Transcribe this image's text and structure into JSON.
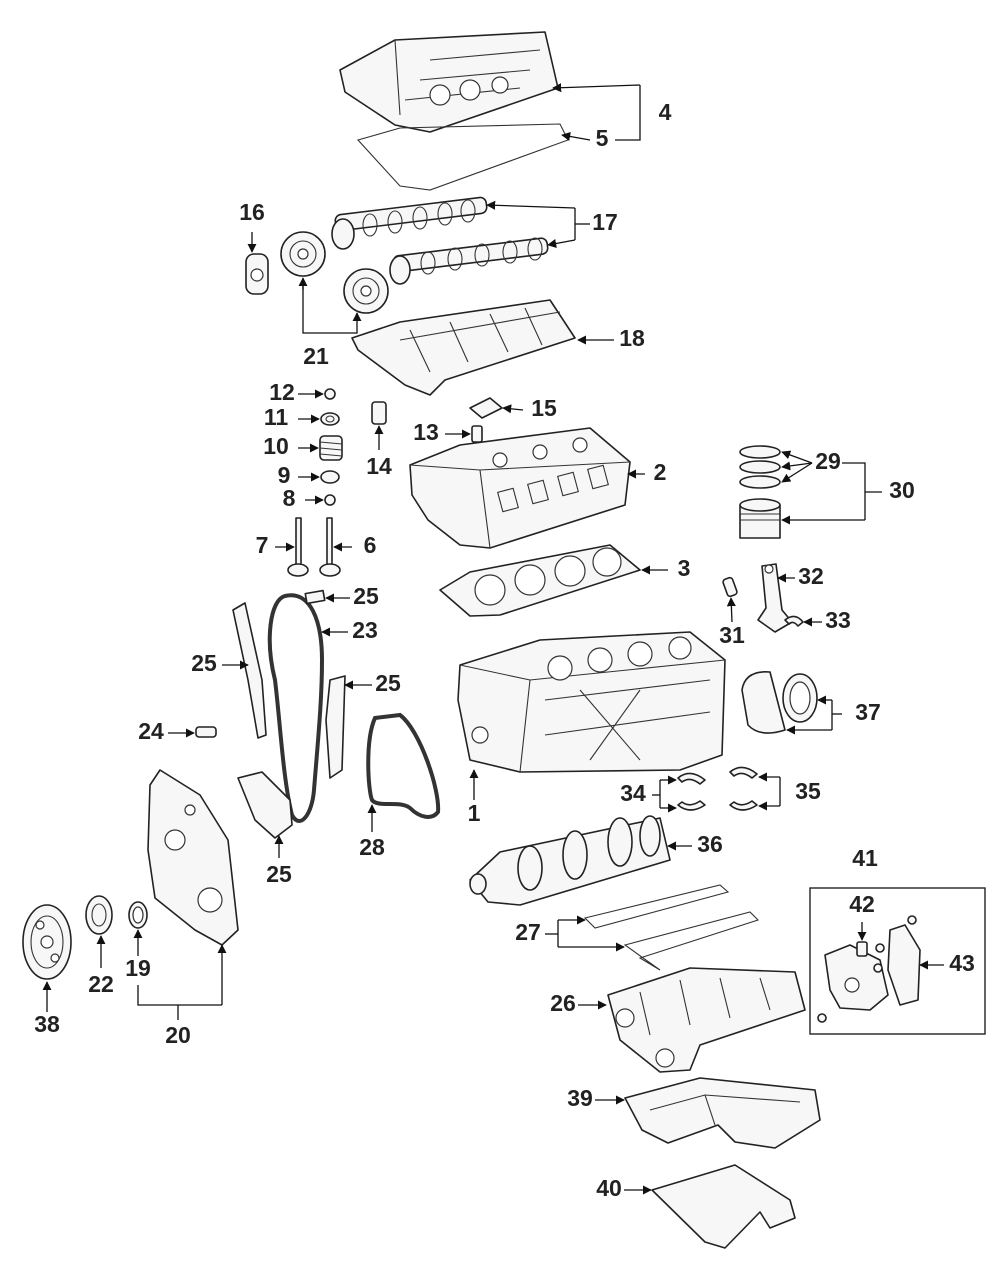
{
  "callouts": [
    "1",
    "2",
    "3",
    "4",
    "5",
    "6",
    "7",
    "8",
    "9",
    "10",
    "11",
    "12",
    "13",
    "14",
    "15",
    "16",
    "17",
    "18",
    "19",
    "20",
    "21",
    "22",
    "23",
    "24",
    "25",
    "25",
    "25",
    "25",
    "26",
    "27",
    "28",
    "29",
    "30",
    "31",
    "32",
    "33",
    "34",
    "35",
    "36",
    "37",
    "38",
    "39",
    "40",
    "41",
    "42",
    "43"
  ],
  "colors": {
    "line": "#222222",
    "fill": "#f7f7f7",
    "background": "#ffffff"
  }
}
